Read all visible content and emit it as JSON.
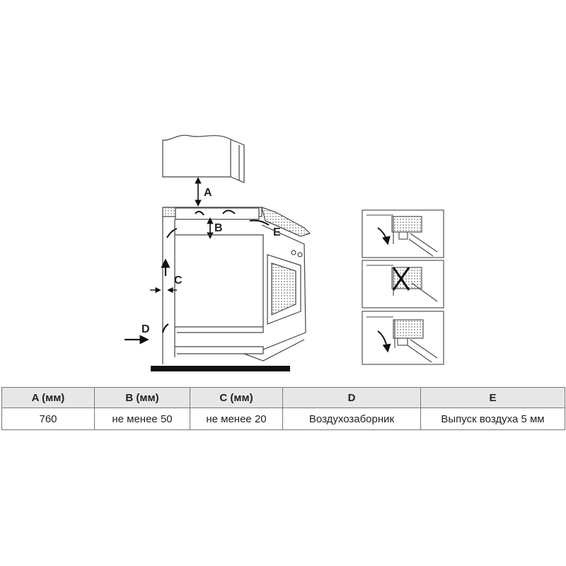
{
  "labels": {
    "a": "A",
    "b": "B",
    "c": "C",
    "d": "D",
    "e": "E"
  },
  "table": {
    "headers": [
      "A (мм)",
      "B (мм)",
      "C (мм)",
      "D",
      "E"
    ],
    "values": [
      "760",
      "не менее 50",
      "не менее 20",
      "Воздухозаборник",
      "Выпуск воздуха 5 мм"
    ]
  }
}
